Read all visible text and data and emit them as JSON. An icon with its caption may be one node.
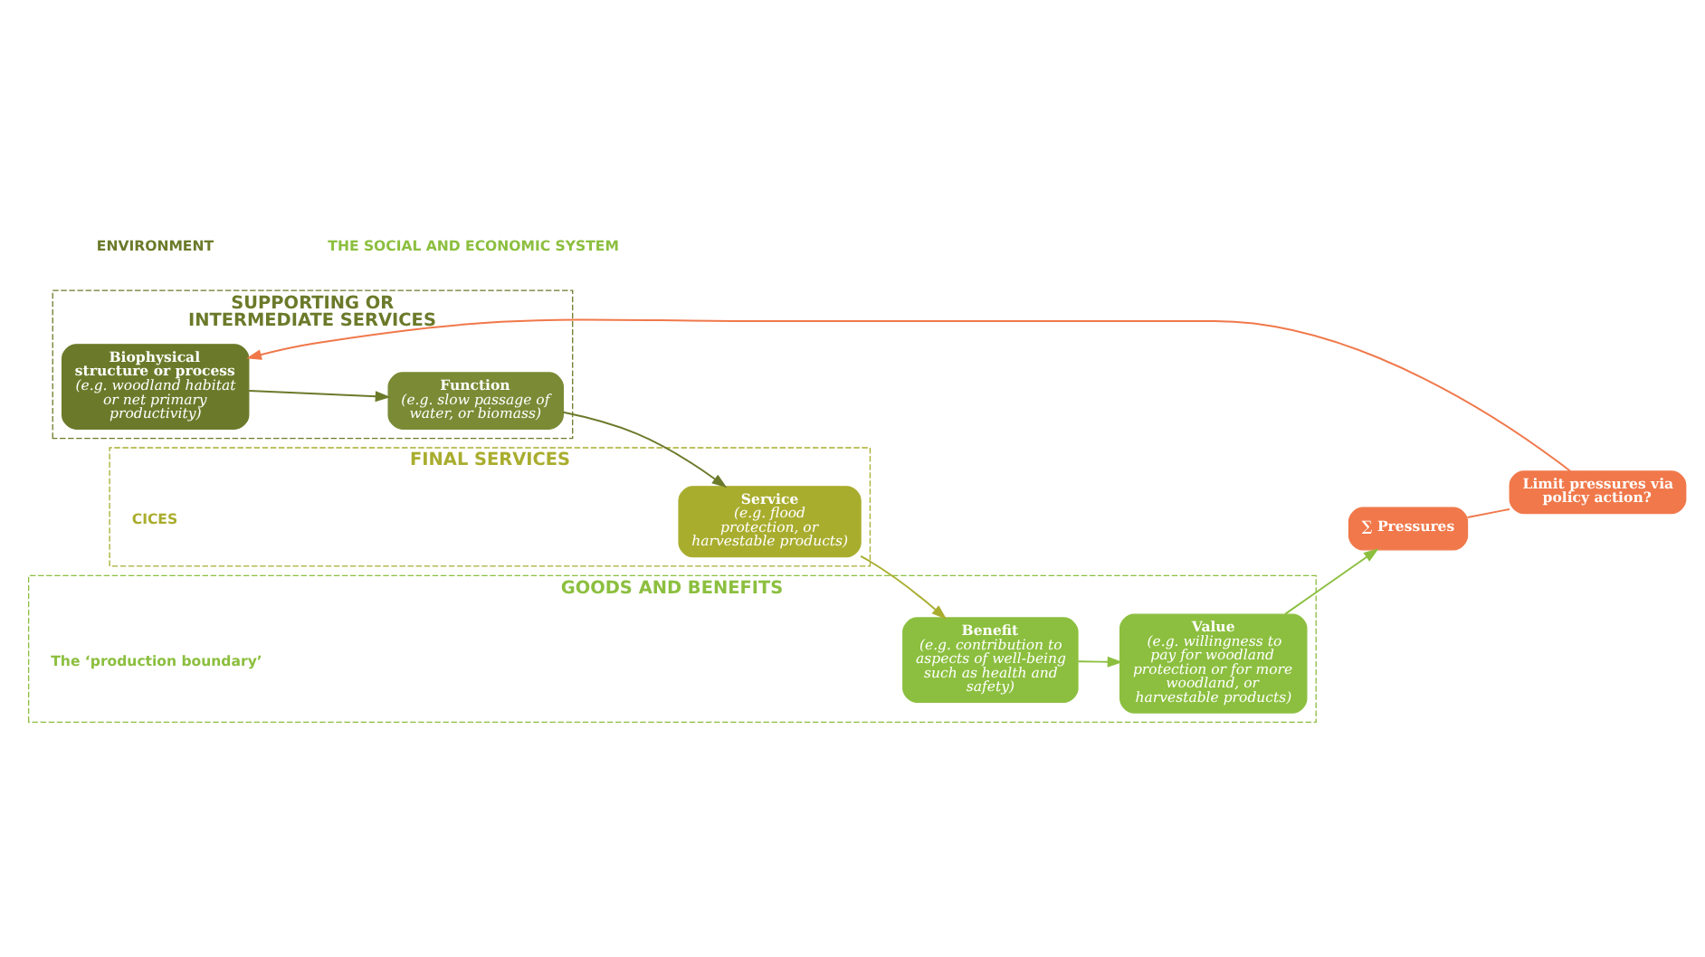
{
  "diagram": {
    "nodes": [
      {
        "text": [
          "SUPPORTING OR INTERMEDIATE SERVICES"
        ]
      },
      {
        "text": [
          "Biophysical structure or process",
          "(e.g. woodland habitat or net primary productivity)"
        ],
        "in": 0
      },
      {
        "text": [
          "Function",
          "(e.g. slow passage of water, or biomass)"
        ],
        "in": 0
      },
      {
        "text": [
          "FINAL SERVICES"
        ]
      },
      {
        "text": [
          "Service",
          "(e.g. flood protection, or harvestable products)"
        ],
        "in": 3
      },
      {
        "text": [
          "GOODS AND BENEFITS"
        ]
      },
      {
        "text": [
          "Benefit",
          "(e.g. contribution to aspects of well-being such as health and safety)"
        ],
        "in": 5
      },
      {
        "text": [
          "Value",
          "(e.g. willingness to pay for woodland protection or for more woodland, or harvestable products)"
        ],
        "in": 5
      },
      {
        "text": [
          "Limit pressures via policy action?"
        ]
      },
      {
        "text": [
          "∑ Pressures"
        ]
      }
    ],
    "edges": [
      {
        "from": 1,
        "to": 2,
        "arrow": "to",
        "color": "#6b7a2a"
      },
      {
        "from": 2,
        "to": 4,
        "arrow": "to",
        "color": "#6b7a2a"
      },
      {
        "from": 4,
        "to": 6,
        "arrow": "to",
        "color": "#a9ad2e"
      },
      {
        "from": 6,
        "to": 7,
        "arrow": "to",
        "color": "#8cbf3f"
      },
      {
        "from": 7,
        "to": 9,
        "arrow": "to",
        "color": "#8cbf3f"
      },
      {
        "from": 9,
        "to": 8,
        "arrow": "none",
        "color": "#f0784a"
      },
      {
        "from": 8,
        "to": 1,
        "arrow": "to",
        "color": "#f0784a"
      }
    ],
    "labels": [
      "ENVIRONMENT",
      "THE SOCIAL AND ECONOMIC SYSTEM",
      "The ‘production boundary’",
      "CICES"
    ]
  }
}
